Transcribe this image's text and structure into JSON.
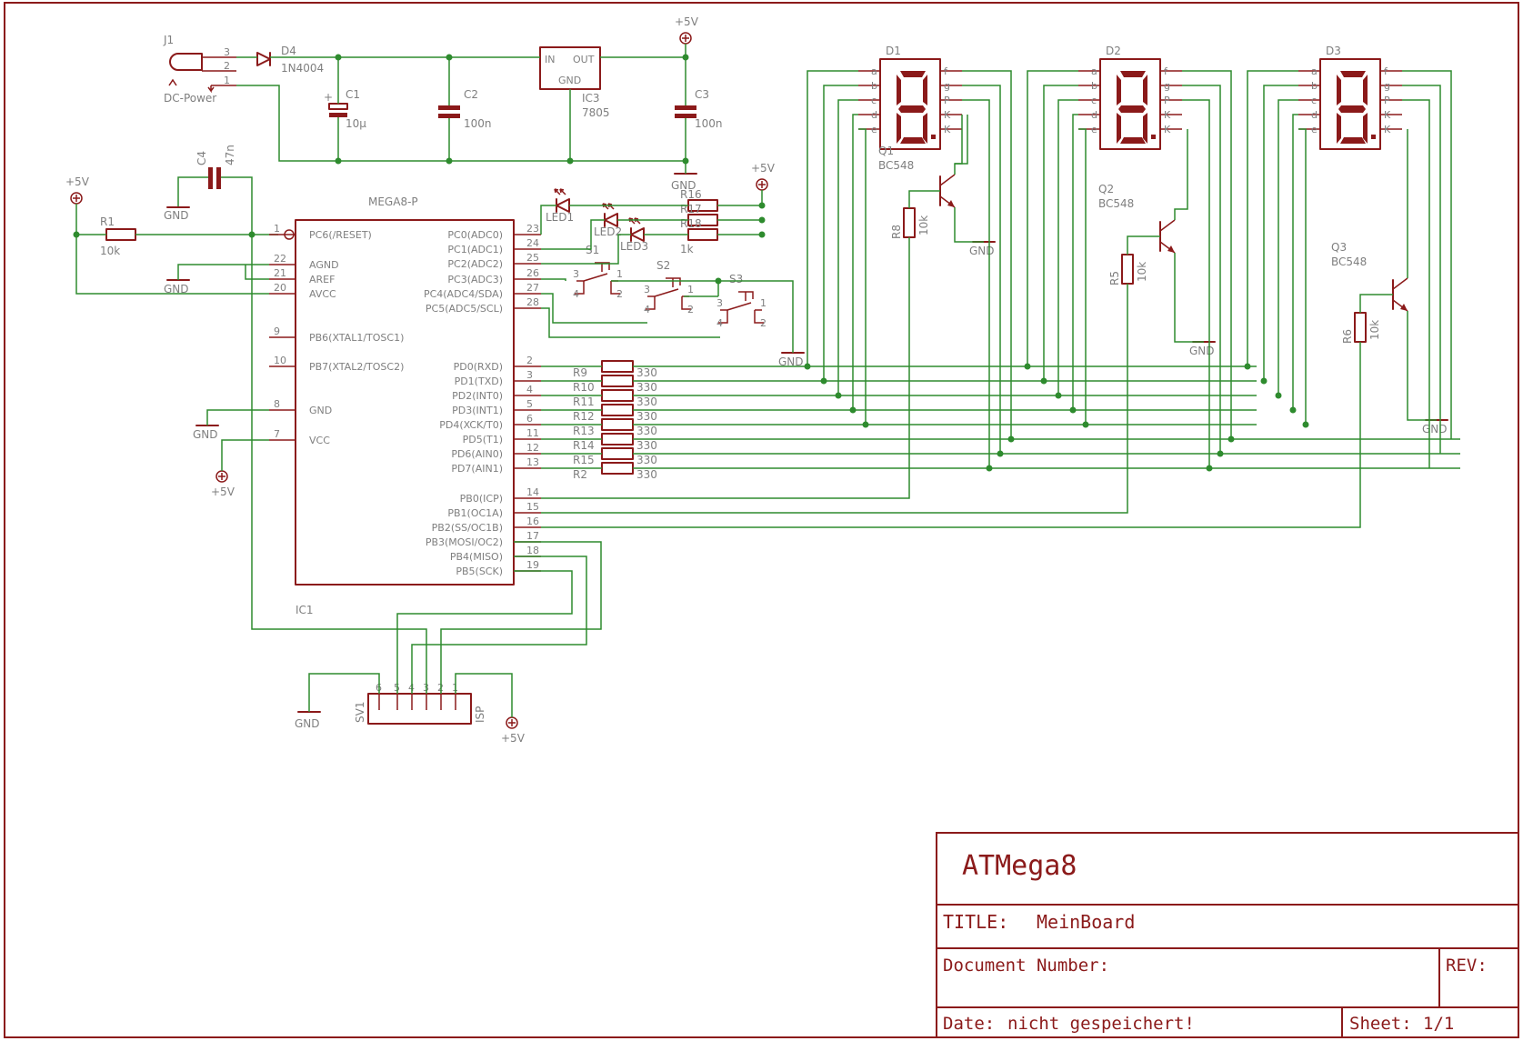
{
  "power": {
    "j1": "J1",
    "j1_pins": [
      "3",
      "2",
      "1"
    ],
    "j1_value": "DC-Power",
    "d4": "D4",
    "d4_value": "1N4004",
    "c1": "C1",
    "c1_value": "10µ",
    "c2": "C2",
    "c2_value": "100n",
    "c3": "C3",
    "c3_value": "100n",
    "ic3": "IC3",
    "ic3_value": "7805",
    "ic3_in": "IN",
    "ic3_out": "OUT",
    "ic3_gnd": "GND",
    "vcc": "+5V",
    "gnd": "GND"
  },
  "c4": {
    "name": "C4",
    "value": "47n"
  },
  "r1": {
    "name": "R1",
    "value": "10k"
  },
  "mcu": {
    "name": "IC1",
    "value": "MEGA8-P",
    "left_pins": [
      {
        "num": "1",
        "label": "PC6(/RESET)"
      },
      {
        "num": "22",
        "label": "AGND"
      },
      {
        "num": "21",
        "label": "AREF"
      },
      {
        "num": "20",
        "label": "AVCC"
      },
      {
        "num": "9",
        "label": "PB6(XTAL1/TOSC1)"
      },
      {
        "num": "10",
        "label": "PB7(XTAL2/TOSC2)"
      },
      {
        "num": "8",
        "label": "GND"
      },
      {
        "num": "7",
        "label": "VCC"
      }
    ],
    "right_pins": [
      {
        "num": "23",
        "label": "PC0(ADC0)"
      },
      {
        "num": "24",
        "label": "PC1(ADC1)"
      },
      {
        "num": "25",
        "label": "PC2(ADC2)"
      },
      {
        "num": "26",
        "label": "PC3(ADC3)"
      },
      {
        "num": "27",
        "label": "PC4(ADC4/SDA)"
      },
      {
        "num": "28",
        "label": "PC5(ADC5/SCL)"
      },
      {
        "num": "2",
        "label": "PD0(RXD)"
      },
      {
        "num": "3",
        "label": "PD1(TXD)"
      },
      {
        "num": "4",
        "label": "PD2(INT0)"
      },
      {
        "num": "5",
        "label": "PD3(INT1)"
      },
      {
        "num": "6",
        "label": "PD4(XCK/T0)"
      },
      {
        "num": "11",
        "label": "PD5(T1)"
      },
      {
        "num": "12",
        "label": "PD6(AIN0)"
      },
      {
        "num": "13",
        "label": "PD7(AIN1)"
      },
      {
        "num": "14",
        "label": "PB0(ICP)"
      },
      {
        "num": "15",
        "label": "PB1(OC1A)"
      },
      {
        "num": "16",
        "label": "PB2(SS/OC1B)"
      },
      {
        "num": "17",
        "label": "PB3(MOSI/OC2)"
      },
      {
        "num": "18",
        "label": "PB4(MISO)"
      },
      {
        "num": "19",
        "label": "PB5(SCK)"
      }
    ]
  },
  "leds": [
    {
      "name": "LED1"
    },
    {
      "name": "LED2"
    },
    {
      "name": "LED3"
    }
  ],
  "led_resistors": [
    {
      "name": "R16"
    },
    {
      "name": "R17"
    },
    {
      "name": "R18"
    }
  ],
  "led_res_value": "1k",
  "switches": [
    {
      "name": "S1",
      "pins": [
        "3",
        "4",
        "1",
        "2"
      ]
    },
    {
      "name": "S2",
      "pins": [
        "3",
        "4",
        "1",
        "2"
      ]
    },
    {
      "name": "S3",
      "pins": [
        "3",
        "4",
        "1",
        "2"
      ]
    }
  ],
  "seg_resistors": [
    {
      "name": "R9",
      "value": "330"
    },
    {
      "name": "R10",
      "value": "330"
    },
    {
      "name": "R11",
      "value": "330"
    },
    {
      "name": "R12",
      "value": "330"
    },
    {
      "name": "R13",
      "value": "330"
    },
    {
      "name": "R14",
      "value": "330"
    },
    {
      "name": "R15",
      "value": "330"
    },
    {
      "name": "R2",
      "value": "330"
    }
  ],
  "displays": [
    {
      "name": "D1"
    },
    {
      "name": "D2"
    },
    {
      "name": "D3"
    }
  ],
  "disp_left_pins": [
    "a",
    "b",
    "c",
    "d",
    "e"
  ],
  "disp_right_pins": [
    "f",
    "g",
    "P",
    "K",
    "K"
  ],
  "transistors": [
    {
      "name": "Q1",
      "value": "BC548",
      "res": "R8",
      "res_value": "10k"
    },
    {
      "name": "Q2",
      "value": "BC548",
      "res": "R5",
      "res_value": "10k"
    },
    {
      "name": "Q3",
      "value": "BC548",
      "res": "R6",
      "res_value": "10k"
    }
  ],
  "isp": {
    "name": "SV1",
    "label": "ISP",
    "pins": [
      "6",
      "5",
      "4",
      "3",
      "2",
      "1"
    ]
  },
  "title_block": {
    "project": "ATMega8",
    "title_label": "TITLE:",
    "title": "MeinBoard",
    "doc_label": "Document Number:",
    "rev_label": "REV:",
    "date_label": "Date:",
    "date": "nicht gespeichert!",
    "sheet_label": "Sheet:",
    "sheet": "1/1"
  }
}
